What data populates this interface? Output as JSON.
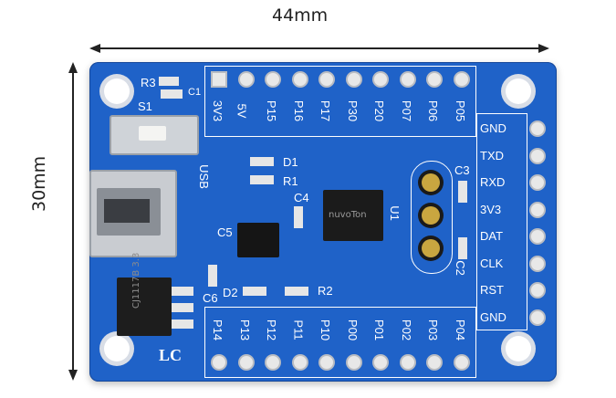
{
  "dimensions": {
    "width_label": "44mm",
    "height_label": "30mm"
  },
  "board": {
    "top_header_labels": [
      "3V3",
      "5V",
      "P15",
      "P16",
      "P17",
      "P30",
      "P20",
      "P07",
      "P06",
      "P05"
    ],
    "bottom_header_labels": [
      "P14",
      "P13",
      "P12",
      "P11",
      "P10",
      "P00",
      "P01",
      "P02",
      "P03",
      "P04"
    ],
    "right_header_labels": [
      "GND",
      "TXD",
      "RXD",
      "3V3",
      "DAT",
      "CLK",
      "RST",
      "GND"
    ],
    "components": {
      "r3": "R3",
      "c1": "C1",
      "s1": "S1",
      "usb": "USB",
      "d1": "D1",
      "r1": "R1",
      "c4": "C4",
      "c5": "C5",
      "u1": "U1",
      "c3": "C3",
      "c2": "C2",
      "c6": "C6",
      "d2": "D2",
      "r2": "R2"
    },
    "chip_text": "nuvoTon",
    "regulator_text": "CJ1117B 3.3",
    "logo": "LC"
  },
  "colors": {
    "pcb": "#1f62c8",
    "silk": "#ffffff",
    "pad": "#e8e8e8"
  }
}
